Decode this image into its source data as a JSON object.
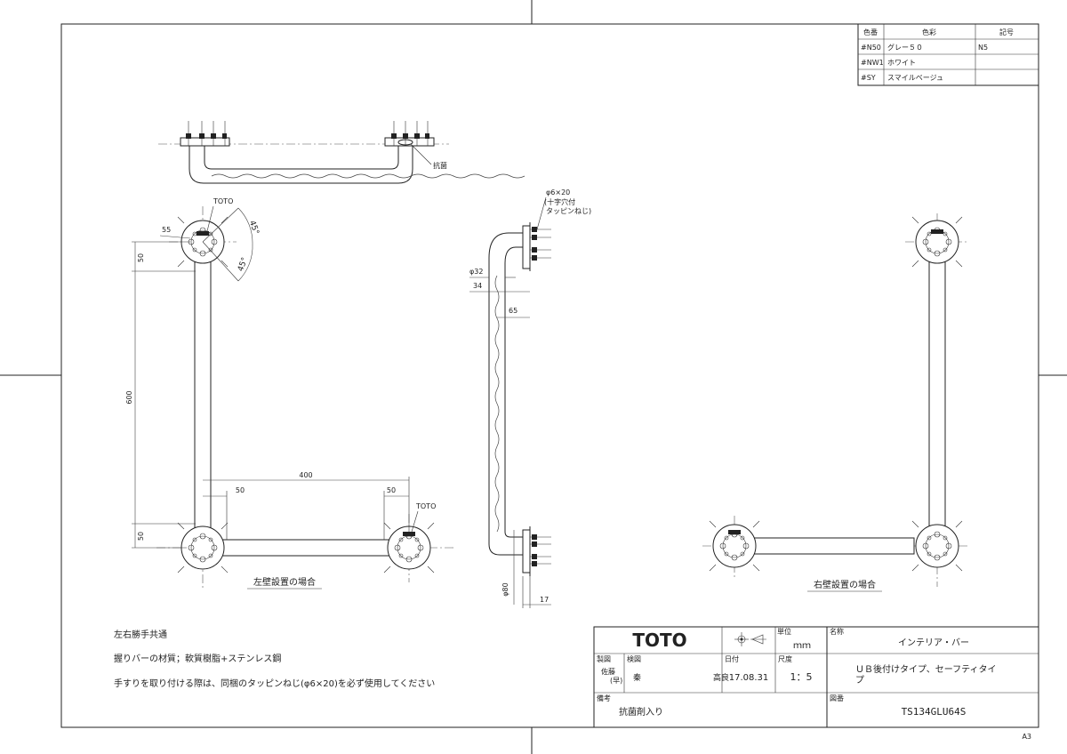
{
  "color_table": {
    "headers": [
      "色番",
      "色彩",
      "記号"
    ],
    "rows": [
      {
        "code": "#N50",
        "name": "グレー５０",
        "symbol": "N5"
      },
      {
        "code": "#NW1",
        "name": "ホワイト",
        "symbol": ""
      },
      {
        "code": "#SY",
        "name": "スマイルベージュ",
        "symbol": ""
      }
    ]
  },
  "top_view": {
    "callout": "抗菌"
  },
  "left_install": {
    "logo_top": "TOTO",
    "logo_bottom": "TOTO",
    "dim_55": "55",
    "dim_45a": "45°",
    "dim_45b": "45°",
    "dim_50_top": "50",
    "dim_600": "600",
    "dim_50_bottom": "50",
    "dim_400": "400",
    "dim_50_left": "50",
    "dim_50_right": "50",
    "caption": "左壁設置の場合"
  },
  "side_view": {
    "screw_line1": "φ6×20",
    "screw_line2": "(十字穴付",
    "screw_line3": "タッピンねじ)",
    "dim_d32": "φ32",
    "dim_34": "34",
    "dim_65": "65",
    "dim_d80": "φ80",
    "dim_17": "17"
  },
  "right_install": {
    "caption": "右壁設置の場合"
  },
  "notes": [
    "左右勝手共通",
    "握りバーの材質；軟質樹脂+ステンレス鋼",
    "手すりを取り付ける際は、同梱のタッピンねじ(φ6×20)を必ず使用してください"
  ],
  "title_block": {
    "logo": "TOTO",
    "unit_label": "単位",
    "unit_value": "ｍｍ",
    "name_label": "名称",
    "name_value": "インテリア・バー",
    "drawn_label": "製図",
    "drawn_value": "佐藤",
    "drawn_value_alt": "(早)",
    "checked_label": "検図",
    "checked_value": "秦",
    "approved_value": "高良",
    "date_label": "日付",
    "date_value": "17.08.31",
    "scale_label": "尺度",
    "scale_value": "1：5",
    "subname_value_1": "ＵＢ後付けタイプ、セーフティタイ",
    "subname_value_2": "プ",
    "remarks_label": "備考",
    "remarks_value": "抗菌剤入り",
    "drawing_no_label": "図番",
    "drawing_no_value": "TS134GLU64S"
  },
  "sheet_size": "A3"
}
